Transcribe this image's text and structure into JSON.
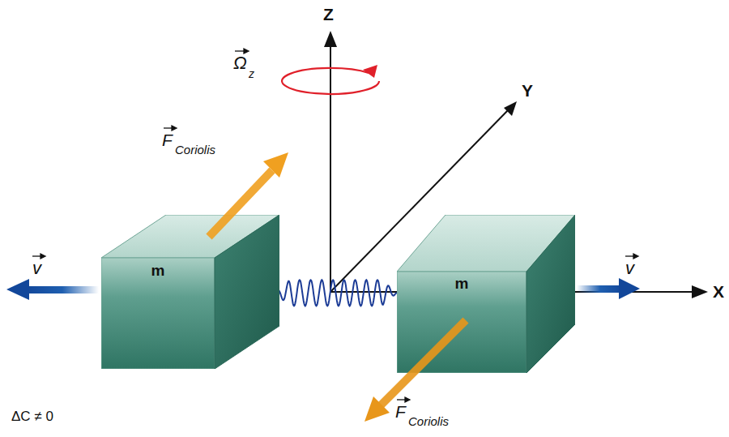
{
  "diagram": {
    "nodes": [
      {
        "text": [
          "m"
        ]
      },
      {
        "text": [
          "m"
        ]
      }
    ],
    "edges": [
      {
        "from": 0,
        "to": 1,
        "arrow": "none"
      }
    ],
    "labels": [
      "Z",
      "Y",
      "X",
      "Ω",
      "z",
      "F",
      "Coriolis",
      "F",
      "Coriolis",
      "v",
      "v",
      "ΔC ≠ 0"
    ]
  }
}
